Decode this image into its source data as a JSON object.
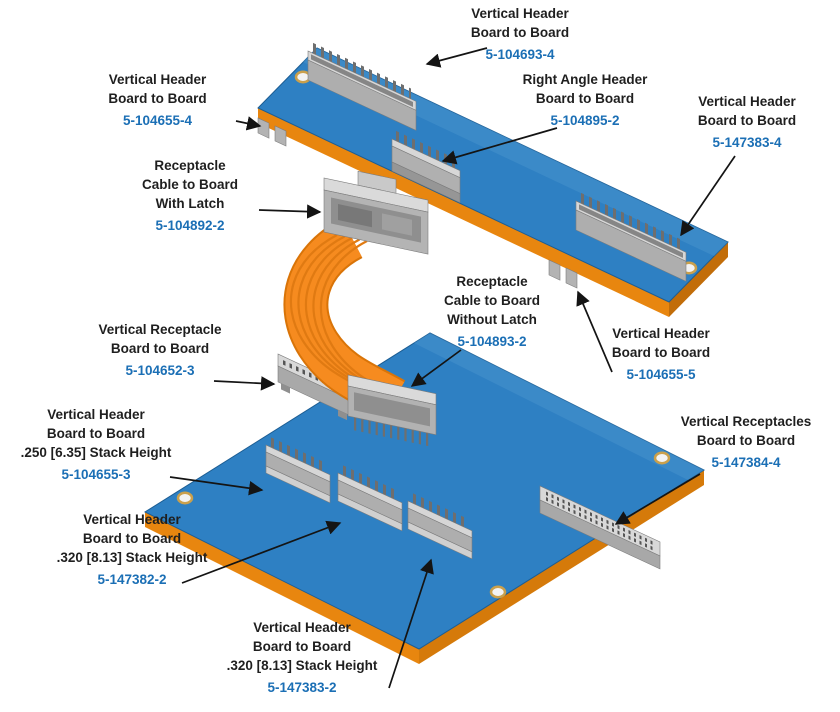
{
  "colors": {
    "board_blue": "#2e80c3",
    "board_edge_orange": "#e8860f",
    "cable_orange": "#f68b1f",
    "connector_gray": "#b4b4b4",
    "label_text": "#1f1f1f",
    "part_number_blue": "#1b6fb5",
    "arrow_black": "#141414",
    "background": "#ffffff"
  },
  "labels": [
    {
      "id": "label-104693-4",
      "lines": [
        "Vertical Header",
        "Board to Board"
      ],
      "part": "5-104693-4"
    },
    {
      "id": "label-104655-4",
      "lines": [
        "Vertical Header",
        "Board to Board"
      ],
      "part": "5-104655-4"
    },
    {
      "id": "label-104895-2",
      "lines": [
        "Right Angle Header",
        "Board to Board"
      ],
      "part": "5-104895-2"
    },
    {
      "id": "label-147383-4",
      "lines": [
        "Vertical Header",
        "Board to Board"
      ],
      "part": "5-147383-4"
    },
    {
      "id": "label-104892-2",
      "lines": [
        "Receptacle",
        "Cable to Board",
        "With Latch"
      ],
      "part": "5-104892-2"
    },
    {
      "id": "label-104652-3",
      "lines": [
        "Vertical Receptacle",
        "Board to Board"
      ],
      "part": "5-104652-3"
    },
    {
      "id": "label-104893-2",
      "lines": [
        "Receptacle",
        "Cable to Board",
        "Without Latch"
      ],
      "part": "5-104893-2"
    },
    {
      "id": "label-104655-5",
      "lines": [
        "Vertical Header",
        "Board to Board"
      ],
      "part": "5-104655-5"
    },
    {
      "id": "label-104655-3",
      "lines": [
        "Vertical Header",
        "Board to Board",
        ".250 [6.35] Stack Height"
      ],
      "part": "5-104655-3"
    },
    {
      "id": "label-147382-2",
      "lines": [
        "Vertical Header",
        "Board to Board",
        ".320 [8.13] Stack Height"
      ],
      "part": "5-147382-2"
    },
    {
      "id": "label-147383-2",
      "lines": [
        "Vertical Header",
        "Board to Board",
        ".320 [8.13] Stack Height"
      ],
      "part": "5-147383-2"
    },
    {
      "id": "label-147384-4",
      "lines": [
        "Vertical Receptacles",
        "Board to Board"
      ],
      "part": "5-147384-4"
    }
  ]
}
